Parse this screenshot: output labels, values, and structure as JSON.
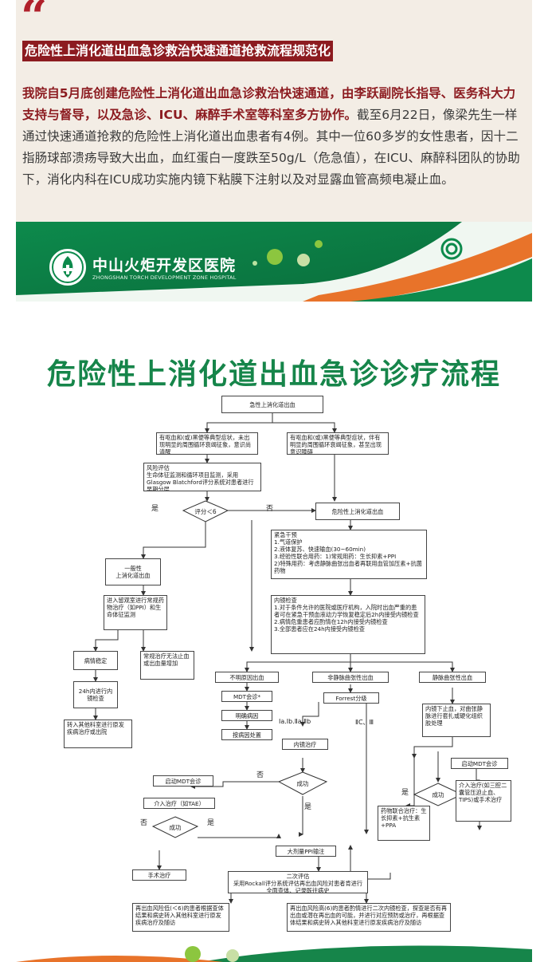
{
  "article": {
    "quote_mark": "“",
    "headline": "危险性上消化道出血急诊救治快速通道抢救流程规范化",
    "para_strong": "我院自5月底创建危险性上消化道出血急诊救治快速通道，由李跃副院长指导、医务科大力支持与督导，以及急诊、ICU、麻醉手术室等科室多方协作。",
    "para_rest": "截至6月22日，像梁先生一样通过快速通道抢救的危险性上消化道出血患者有4例。其中一位60多岁的女性患者，因十二指肠球部溃疡导致大出血，血红蛋白一度跌至50g/L（危急值），在ICU、麻醉科团队的协助下，消化内科在ICU成功实施内镜下粘膜下注射以及对显露血管高频电凝止血。"
  },
  "poster": {
    "hospital_name": "中山火炬开发区医院",
    "hospital_en": "ZHONGSHAN TORCH DEVELOPMENT ZONE HOSPITAL",
    "title": "危险性上消化道出血急诊诊疗流程",
    "flow": {
      "start": "急性上消化道出血",
      "left_symptom": "有呕血和(或)黑便等典型症状，未出现明显的周围循环衰竭征象，意识尚清醒",
      "right_symptom": "有呕血和(或)黑便等典型症状，伴有明显的周围循环衰竭征象，甚至出现意识障碍",
      "risk": "风险评估\n生命体征监测和循环项目监测，采用Glasgow Blatchford评分系统对患者进行早期分层",
      "score": "评分＜6",
      "yes": "是",
      "no": "否",
      "danger": "危险性上消化道出血",
      "emergency": "紧急干预\n1.气道保护\n2.液体复苏、快速输血(30~60min)\n3.经验性联合用药：1)常规用药：生长抑素+PPI\n2)特殊用药：考虑静脉曲张出血者再联用血管加压素+抗菌药物",
      "general": "一般性\n上消化道出血",
      "observe": "进入留观室进行常规药物治疗（如PPI）和生命体征监测",
      "endoscopy": "内镜检查\n1.对于条件允许的医院或医疗机构，入院时出血严重的患者可在紧急干预血液动力学恢复稳定后2h内接受内镜检查\n2.病情危重患者应酌情在12h内接受内镜检查\n3.全部患者应在24h内接受内镜检查",
      "stable": "病情稳定",
      "conventional": "常规治疗无法止血或出血量增加",
      "endo24": "24h内进行内镜检查",
      "transfer": "转入其他科室进行原发疾病治疗或出院",
      "unknown": "不明原因出血",
      "nonvarix": "非静脉曲张性出血",
      "varix": "静脉曲张性出血",
      "mdt": "MDT会诊*",
      "cause": "明确病因",
      "cause_treat": "按病因处置",
      "forrest": "Forrest分级",
      "grade1": "Ⅰa.Ⅰb.Ⅱa.Ⅱb",
      "grade2": "ⅡC、Ⅲ",
      "endo_treat": "内镜治疗",
      "varix_treat": "内镜下止血，对曲张静脉进行套扎或硬化组织胶处理",
      "success": "成功",
      "start_mdt": "启动MDT会诊",
      "intervene": "介入治疗（如TAE）",
      "intervene2": "介入治疗(如三腔二囊管压迫止血、TIPS)或手术治疗",
      "surgery": "手术治疗",
      "drugs": "药物联合治疗：生长抑素+抗生素+PPA",
      "ppi": "大剂量PPI输注",
      "second": "二次评估\n采用Rockall评分系统评估再出血风险对患者肯进行全面查体、记录既往病史",
      "low_risk": "再出血风险低(＜6)的患者根据查体结果和病史转入其他科室进行原发疾病治疗及随访",
      "high_risk": "再出血风险高(6)的患者酌情进行二次内镜检查，探查是否有再出血或潜在再出血的可能，并进行对应预防或治疗，再根据查体结果和病史转入其他科室进行原发疾病治疗及随访"
    }
  },
  "colors": {
    "accent": "#8c1b20",
    "green": "#16854a",
    "orange": "#e8732a"
  }
}
